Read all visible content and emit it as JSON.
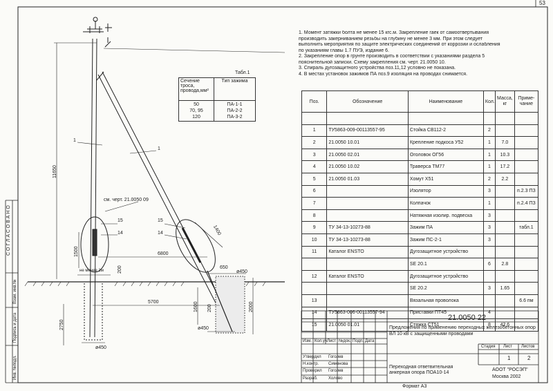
{
  "sheet": {
    "page_number": "53",
    "format_label": "Формат А3",
    "approval_label": "СОГЛАСОВАНО",
    "side_labels": [
      "Инв. №подл.",
      "Подпись и дата",
      "Взам. инв.№"
    ]
  },
  "notes": [
    "1. Момент затяжки болта не менее 15 кгс.м. Закрепление гаек от самоотвертывания",
    "производить закерниванием резьбы на глубину не менее 3 мм. При этом следует",
    "выполнить мероприятия по защите электрических соединений от коррозии и ослабления",
    "по указаниям главы 1.7 ПУЭ, издание 6.",
    "2. Закрепление опор в грунте производить в соответствии с указаниями раздела 5",
    "пояснительной записки. Схему закрепления см. черт. 21.0050 10.",
    "3. Спираль дугозащитного устройства поз.11,12 условно не показана.",
    "4. В местах установок зажимов ПА поз.9 изоляция на проводах снимается."
  ],
  "clamp_table": {
    "caption": "Табл.1",
    "header_section": "Сечение троса, провода,мм²",
    "header_type": "Тип зажима",
    "sections": [
      "50",
      "70, 95",
      "120"
    ],
    "types": [
      "ПА-1-1",
      "ПА-2-2",
      "ПА-3-2"
    ]
  },
  "spec_table": {
    "headers": {
      "pos": "Поз.",
      "designation": "Обозначение",
      "name": "Наименование",
      "qty": "Кол.",
      "mass": "Масса, кг",
      "note": "Приме- чание"
    },
    "rows": [
      {
        "pos": "1",
        "designation": "ТУ5863-009-00113557-95",
        "name": "Стойка СВ112-2",
        "qty": "2",
        "mass": "",
        "note": ""
      },
      {
        "pos": "2",
        "designation": "21.0050 10.01",
        "name": "Крепление подкоса У52",
        "qty": "1",
        "mass": "7.0",
        "note": ""
      },
      {
        "pos": "3",
        "designation": "21.0050 02.01",
        "name": "Оголовок ОГ56",
        "qty": "1",
        "mass": "10.3",
        "note": ""
      },
      {
        "pos": "4",
        "designation": "21.0050 10.02",
        "name": "Траверса ТМ77",
        "qty": "1",
        "mass": "17.2",
        "note": ""
      },
      {
        "pos": "5",
        "designation": "21.0050 01.03",
        "name": "Хомут Х51",
        "qty": "2",
        "mass": "2.2",
        "note": ""
      },
      {
        "pos": "6",
        "designation": "",
        "name": "Изолятор",
        "qty": "3",
        "mass": "",
        "note": "п.2.3 ПЗ"
      },
      {
        "pos": "7",
        "designation": "",
        "name": "Колпачок",
        "qty": "1",
        "mass": "",
        "note": "п.2.4 ПЗ"
      },
      {
        "pos": "8",
        "designation": "",
        "name": "Натяжная изолир. подвеска",
        "qty": "3",
        "mass": "",
        "note": ""
      },
      {
        "pos": "9",
        "designation": "ТУ 34-13-10273-88",
        "name": "Зажим ПА",
        "qty": "3",
        "mass": "",
        "note": "табл.1"
      },
      {
        "pos": "10",
        "designation": "ТУ 34-13-10273-88",
        "name": "Зажим ПС-2-1",
        "qty": "3",
        "mass": "",
        "note": ""
      },
      {
        "pos": "11",
        "designation": "Каталог ENSTO",
        "name": "Дугозащитное устройство",
        "qty": "",
        "mass": "",
        "note": ""
      },
      {
        "pos": "",
        "designation": "",
        "name": "SE 20.1",
        "qty": "6",
        "mass": "2.8",
        "note": ""
      },
      {
        "pos": "12",
        "designation": "Каталог ENSTO",
        "name": "Дугозащитное устройство",
        "qty": "",
        "mass": "",
        "note": ""
      },
      {
        "pos": "",
        "designation": "",
        "name": "SE 20.2",
        "qty": "3",
        "mass": "1.65",
        "note": ""
      },
      {
        "pos": "13",
        "designation": "",
        "name": "Вязальная проволока",
        "qty": "",
        "mass": "",
        "note": "6.6 пм"
      },
      {
        "pos": "14",
        "designation": "ТУ5863-006-00113557-94",
        "name": "Приставки ПТ45",
        "qty": "4",
        "mass": "",
        "note": ""
      },
      {
        "pos": "15",
        "designation": "21.0050 01.01",
        "name": "Стяжка СТ51",
        "qty": "8",
        "mass": "42.6",
        "note": ""
      }
    ]
  },
  "title_block": {
    "doc_number": "21.0050 22",
    "doc_title": "Предложения по применению переходных железобетонных опор ВЛ 10 кВ с защищенными проводами",
    "rev_headers": [
      "Изм.",
      "Кол.уч",
      "Лист",
      "№док.",
      "Подп.",
      "Дата"
    ],
    "stage_headers": [
      "Стадия",
      "Лист",
      "Листов"
    ],
    "sheet": "1",
    "sheets": "2",
    "roles": [
      "Утвердил",
      "Н.контр.",
      "Проверил",
      "Разраб."
    ],
    "people": [
      "Гоголев",
      "Симонова",
      "Гоголев",
      "Холово"
    ],
    "drawing_name": "Переходная ответвительная анкерная опора ПОА10-14",
    "org": "АООТ \"РОСЭП\"",
    "city_year": "Москва 2002"
  },
  "drawing": {
    "labels": {
      "ref_drawing": "см. черт. 21.0050 09",
      "not_less": "не менее 1м"
    },
    "dimensions": [
      "11650",
      "1500",
      "200",
      "6800",
      "650",
      "2750",
      "5700",
      "1600",
      "200",
      "2000",
      "1400"
    ],
    "diameters": [
      "ø450",
      "ø450",
      "ø450"
    ],
    "callouts": [
      "1",
      "1",
      "15",
      "14",
      "15",
      "14"
    ]
  }
}
